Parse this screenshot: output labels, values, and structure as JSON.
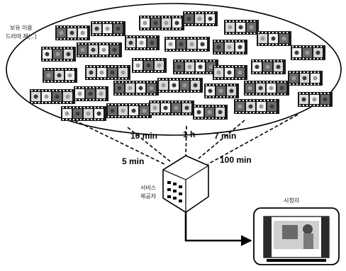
{
  "ellipse_label": [
    "보유 이용",
    "드라마 제(...)"
  ],
  "server_label": [
    "서비스",
    "제공자"
  ],
  "viewer_label": "시청자",
  "durations": {
    "d1": "5 min",
    "d2": "10 min",
    "d3": "1 h",
    "d4": "7 min",
    "d5": "100 min"
  },
  "colors": {
    "line": "#000000",
    "film": "#1a1a1a",
    "frame_light": "#e8e8e8",
    "frame_dark": "#6a6a6a",
    "background": "#ffffff"
  },
  "icons": {
    "server": "server-cube-icon",
    "viewer": "television-icon",
    "clip": "film-strip-icon"
  }
}
